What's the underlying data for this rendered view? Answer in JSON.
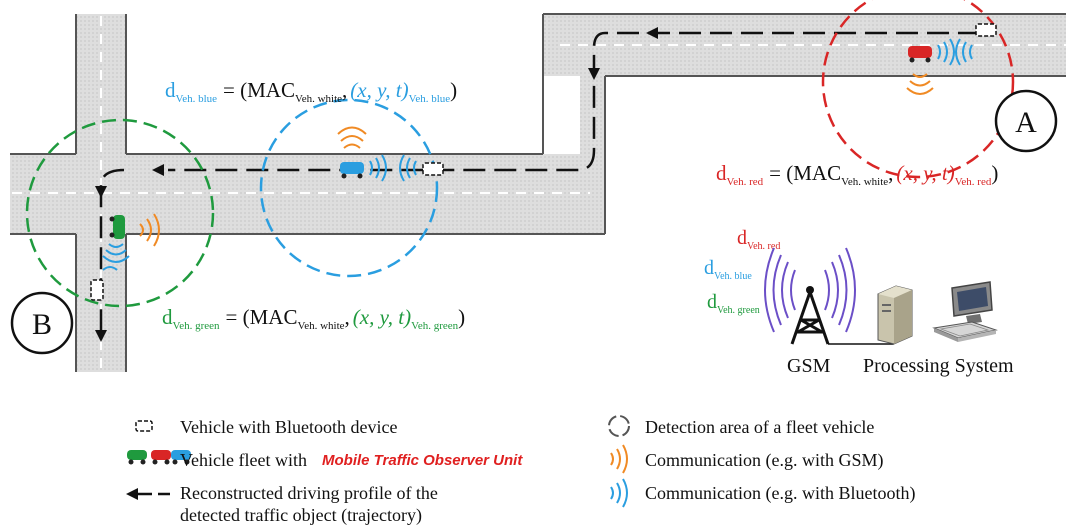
{
  "colors": {
    "red": "#d92626",
    "blue": "#2a9ee0",
    "green": "#1f9a3e",
    "orange": "#f08a24",
    "road": "#dcdcdc",
    "ink": "#111111"
  },
  "labels": {
    "A": "A",
    "B": "B"
  },
  "formulas": {
    "blue": {
      "d": "d",
      "d_sub": "Veh. blue",
      "eq": "= (MAC",
      "mac_sub": "Veh. white",
      "comma": ",",
      "xyt": "(x, y, t)",
      "xyt_sub": "Veh. blue",
      "close": ")"
    },
    "red": {
      "d": "d",
      "d_sub": "Veh. red",
      "eq": "= (MAC",
      "mac_sub": "Veh. white",
      "comma": ",",
      "xyt": "(x, y, t)",
      "xyt_sub": "Veh. red",
      "close": ")"
    },
    "green": {
      "d": "d",
      "d_sub": "Veh. green",
      "eq": "= (MAC",
      "mac_sub": "Veh. white",
      "comma": ",",
      "xyt": "(x, y, t)",
      "xyt_sub": "Veh. green",
      "close": ")"
    }
  },
  "stack": {
    "d": "d",
    "red_sub": "Veh. red",
    "blue_sub": "Veh. blue",
    "green_sub": "Veh. green"
  },
  "system": {
    "gsm": "GSM",
    "processing": "Processing System"
  },
  "legend": {
    "bluetooth_vehicle": "Vehicle with Bluetooth device",
    "fleet_prefix": "Vehicle fleet with",
    "fleet_unit": "Mobile Traffic Observer Unit",
    "profile_line1": "Reconstructed driving profile of the",
    "profile_line2": "detected traffic object (trajectory)",
    "detection_area": "Detection area of a fleet vehicle",
    "comm_gsm": "Communication (e.g. with GSM)",
    "comm_bt": "Communication (e.g. with Bluetooth)"
  }
}
